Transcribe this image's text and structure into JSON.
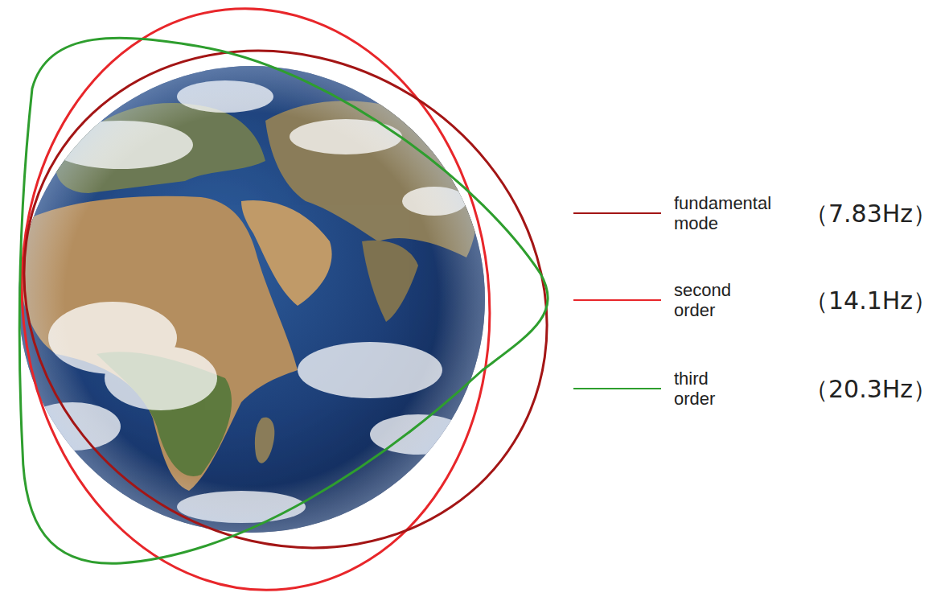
{
  "diagram": {
    "labels": [
      "（7.83Hz）",
      "（14.1Hz）",
      "（20.3Hz）"
    ],
    "legend": [
      {
        "text": "fundamental mode"
      },
      {
        "text": "second order"
      },
      {
        "text": "third order"
      }
    ]
  }
}
